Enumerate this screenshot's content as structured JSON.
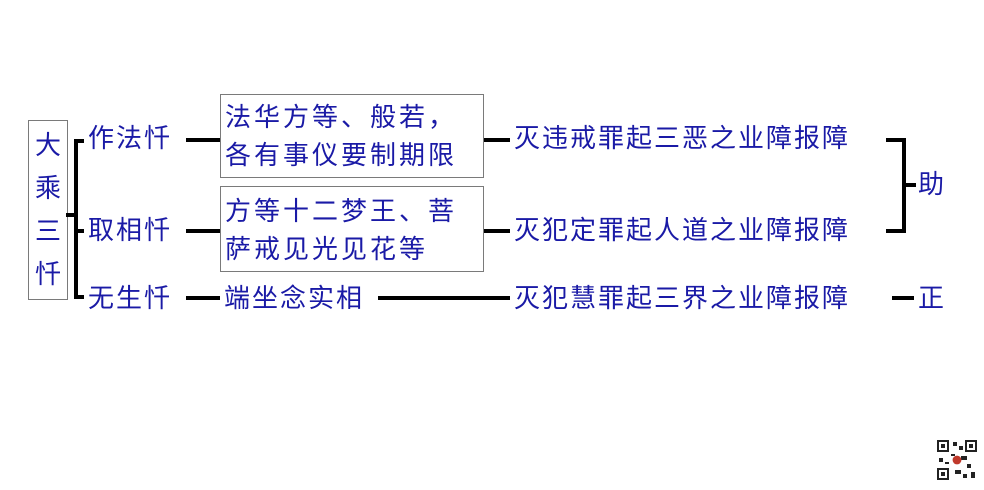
{
  "colors": {
    "text": "#1a1aa6",
    "lines": "#000000",
    "box_border": "#7a7a7a"
  },
  "root": {
    "label": "大乘三忏"
  },
  "branches": [
    {
      "name": "作法忏",
      "method": [
        "法华方等、般若，",
        "各有事仪要制期限"
      ],
      "effect": "灭违戒罪起三恶之业障报障"
    },
    {
      "name": "取相忏",
      "method": [
        "方等十二梦王、菩",
        "萨戒见光见花等"
      ],
      "effect": "灭犯定罪起人道之业障报障"
    },
    {
      "name": "无生忏",
      "method": [
        "端坐念实相"
      ],
      "effect": "灭犯慧罪起三界之业障报障"
    }
  ],
  "outcomes": {
    "assist": "助",
    "primary": "正"
  },
  "icons": {
    "corner": "qr-code-icon"
  }
}
